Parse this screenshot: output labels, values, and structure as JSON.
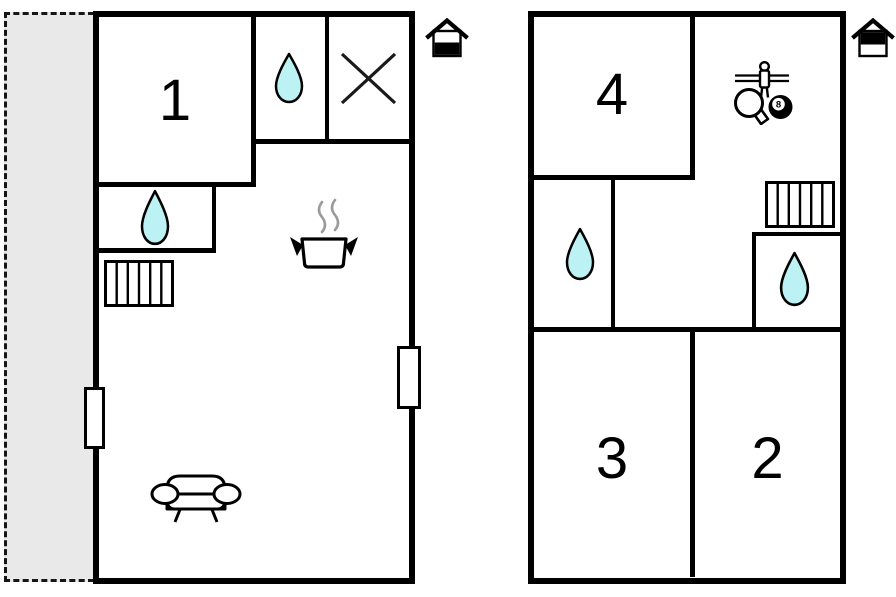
{
  "colors": {
    "wall": "#000000",
    "terrace": "#e9e9e9",
    "water": "#bdf2f4",
    "steam": "#9a9a9a",
    "line": "#1a1a1a"
  },
  "plans": {
    "ground_floor": {
      "name": "ground-floor-plan",
      "rooms": [
        {
          "label": "1"
        }
      ],
      "icon_names": [
        "terrace",
        "water-drop-icon",
        "cross-symbol-icon",
        "stairs-icon",
        "stove-pot-icon",
        "sofa-icon",
        "door-icon",
        "window-icon",
        "house-ground-floor-icon"
      ]
    },
    "first_floor": {
      "name": "first-floor-plan",
      "rooms": [
        {
          "label": "4"
        },
        {
          "label": "3"
        },
        {
          "label": "2"
        }
      ],
      "icon_names": [
        "water-drop-icon",
        "stairs-icon",
        "foosball-player-icon",
        "table-tennis-paddle-icon",
        "eight-ball-icon",
        "house-upper-floor-icon"
      ]
    }
  },
  "icons": {
    "eight_ball_number": "8"
  }
}
